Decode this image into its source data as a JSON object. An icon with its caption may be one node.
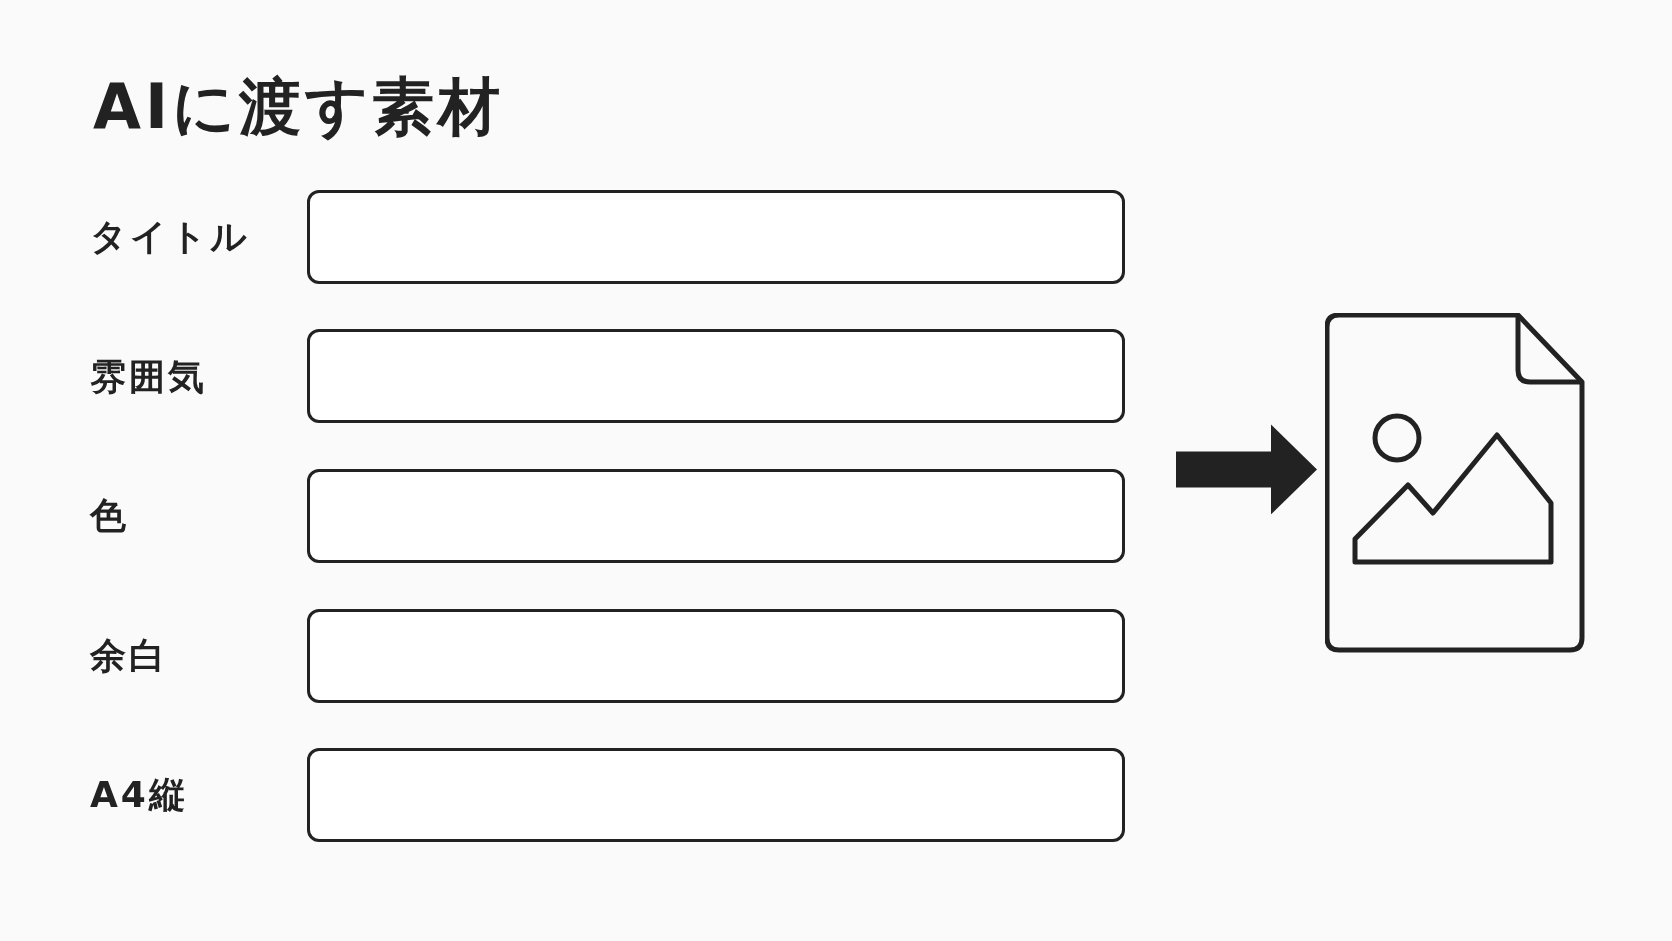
{
  "diagram": {
    "title": "AIに渡す素材",
    "nodes": [
      {
        "text": [],
        "shape": "box"
      },
      {
        "text": [],
        "shape": "box"
      },
      {
        "text": [],
        "shape": "box"
      },
      {
        "text": [],
        "shape": "box"
      },
      {
        "text": [],
        "shape": "box"
      },
      {
        "text": [],
        "shape": "picture"
      }
    ],
    "edges": [
      {
        "from": null,
        "to": 5,
        "arrow": "to"
      }
    ],
    "labels": [
      "タイトル",
      "雰囲気",
      "色",
      "余白",
      "A4縦"
    ]
  }
}
